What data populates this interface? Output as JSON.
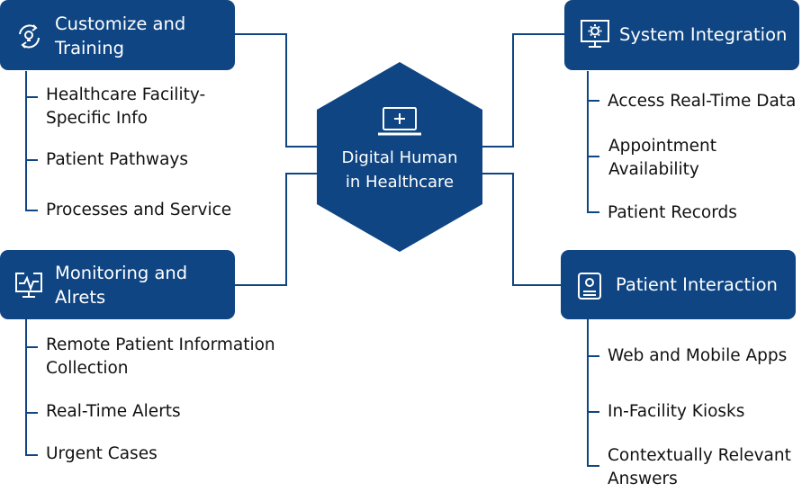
{
  "colors": {
    "box": "#0f4583",
    "line": "#0f4583",
    "text": "#111111",
    "box_text": "#ffffff"
  },
  "center": {
    "line1": "Digital Human",
    "line2": "in Healthcare",
    "icon": "laptop-plus-icon"
  },
  "nodes": {
    "customize": {
      "title_line1": "Customize and",
      "title_line2": "Training",
      "icon": "refresh-lightbulb-icon",
      "items": [
        {
          "line1": "Healthcare Facility-",
          "line2": "Specific Info"
        },
        {
          "line1": "Patient Pathways"
        },
        {
          "line1": "Processes and Service"
        }
      ]
    },
    "monitoring": {
      "title_line1": "Monitoring and",
      "title_line2": "Alrets",
      "icon": "heartbeat-monitor-icon",
      "items": [
        {
          "line1": "Remote Patient Information",
          "line2": "Collection"
        },
        {
          "line1": "Real-Time Alerts"
        },
        {
          "line1": "Urgent Cases"
        }
      ]
    },
    "system": {
      "title": "System Integration",
      "icon": "monitor-gear-icon",
      "items": [
        {
          "line1": "Access Real-Time Data"
        },
        {
          "line1": "Appointment",
          "line2": "Availability"
        },
        {
          "line1": "Patient Records"
        }
      ]
    },
    "patient": {
      "title": "Patient Interaction",
      "icon": "id-badge-icon",
      "items": [
        {
          "line1": "Web and Mobile Apps"
        },
        {
          "line1": "In-Facility Kiosks"
        },
        {
          "line1": "Contextually Relevant",
          "line2": "Answers"
        }
      ]
    }
  }
}
